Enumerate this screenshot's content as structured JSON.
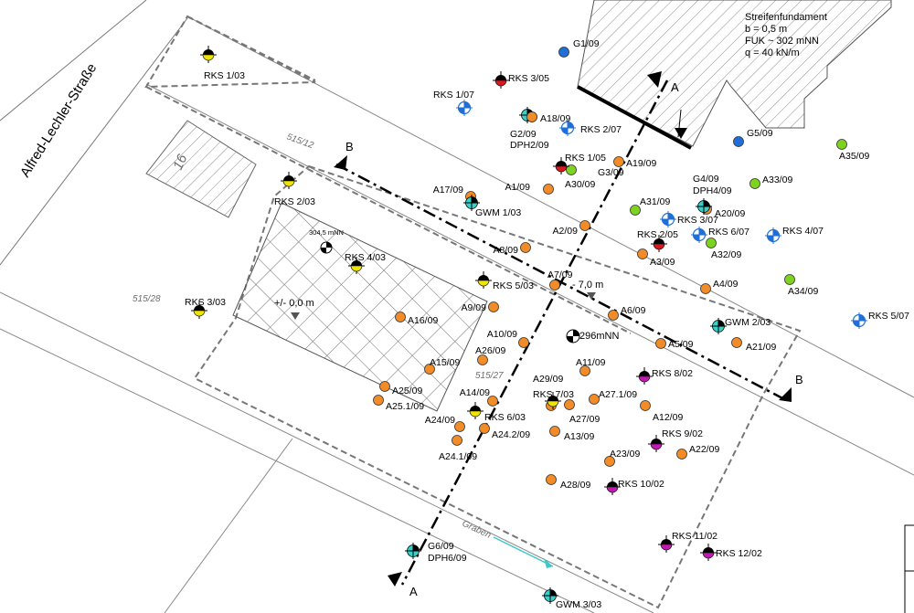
{
  "street_name": "Alfred-Lechler-Straße",
  "foundation_note": [
    "Streifenfundament",
    "b = 0,5 m",
    "FUK ~ 302 mNN",
    "q = 40 kN/m"
  ],
  "parcel_labels": [
    "515/12",
    "515/28",
    "515/27"
  ],
  "building_number": "16",
  "ditch_label": "Graben",
  "level_labels": [
    "304,5 mNN",
    "296mNN",
    "+/- 0,0 m",
    "- 7,0 m"
  ],
  "section_labels": [
    "A",
    "A",
    "B",
    "B"
  ],
  "colors": {
    "orange": "#f28c28",
    "green": "#7ed321",
    "blue": "#1f6fd6",
    "red": "#d71920",
    "magenta": "#c01bb0",
    "yellow": "#f0e500",
    "cyan": "#38d0c8"
  },
  "points": {
    "orange_A": [
      "A1/09",
      "A2/09",
      "A3/09",
      "A4/09",
      "A5/09",
      "A6/09",
      "A7/09",
      "A8/09",
      "A9/09",
      "A10/09",
      "A11/09",
      "A12/09",
      "A13/09",
      "A14/09",
      "A15/09",
      "A16/09",
      "A17/09",
      "A18/09",
      "A19/09",
      "A20/09",
      "A21/09",
      "A22/09",
      "A23/09",
      "A24/09",
      "A24.1/09",
      "A24.2/09",
      "A25/09",
      "A25.1/09",
      "A26/09",
      "A27/09",
      "A27.1/09",
      "A28/09",
      "A29/09"
    ],
    "green_A": [
      "A30/09",
      "A31/09",
      "A32/09",
      "A33/09",
      "A34/09",
      "A35/09"
    ],
    "blue_G": [
      "G1/09",
      "G5/09"
    ],
    "rks_yellow": [
      "RKS 1/03",
      "RKS 2/03",
      "RKS 3/03",
      "RKS 4/03",
      "RKS 5/03",
      "RKS 6/03",
      "RKS 7/03"
    ],
    "rks_red": [
      "RKS 3/05",
      "RKS 1/05",
      "RKS 2/05"
    ],
    "rks_blue": [
      "RKS 1/07",
      "RKS 2/07",
      "RKS 3/07",
      "RKS 4/07",
      "RKS 5/07",
      "RKS 6/07"
    ],
    "rks_magenta": [
      "RKS 8/02",
      "RKS 9/02",
      "RKS 10/02",
      "RKS 11/02",
      "RKS 12/02"
    ],
    "gwm": [
      "GWM 1/03",
      "GWM 2/03",
      "GWM 3/03"
    ],
    "dph": [
      "G2/09",
      "DPH2/09",
      "G3/09",
      "G4/09",
      "DPH4/09",
      "G6/09",
      "DPH6/09"
    ]
  }
}
